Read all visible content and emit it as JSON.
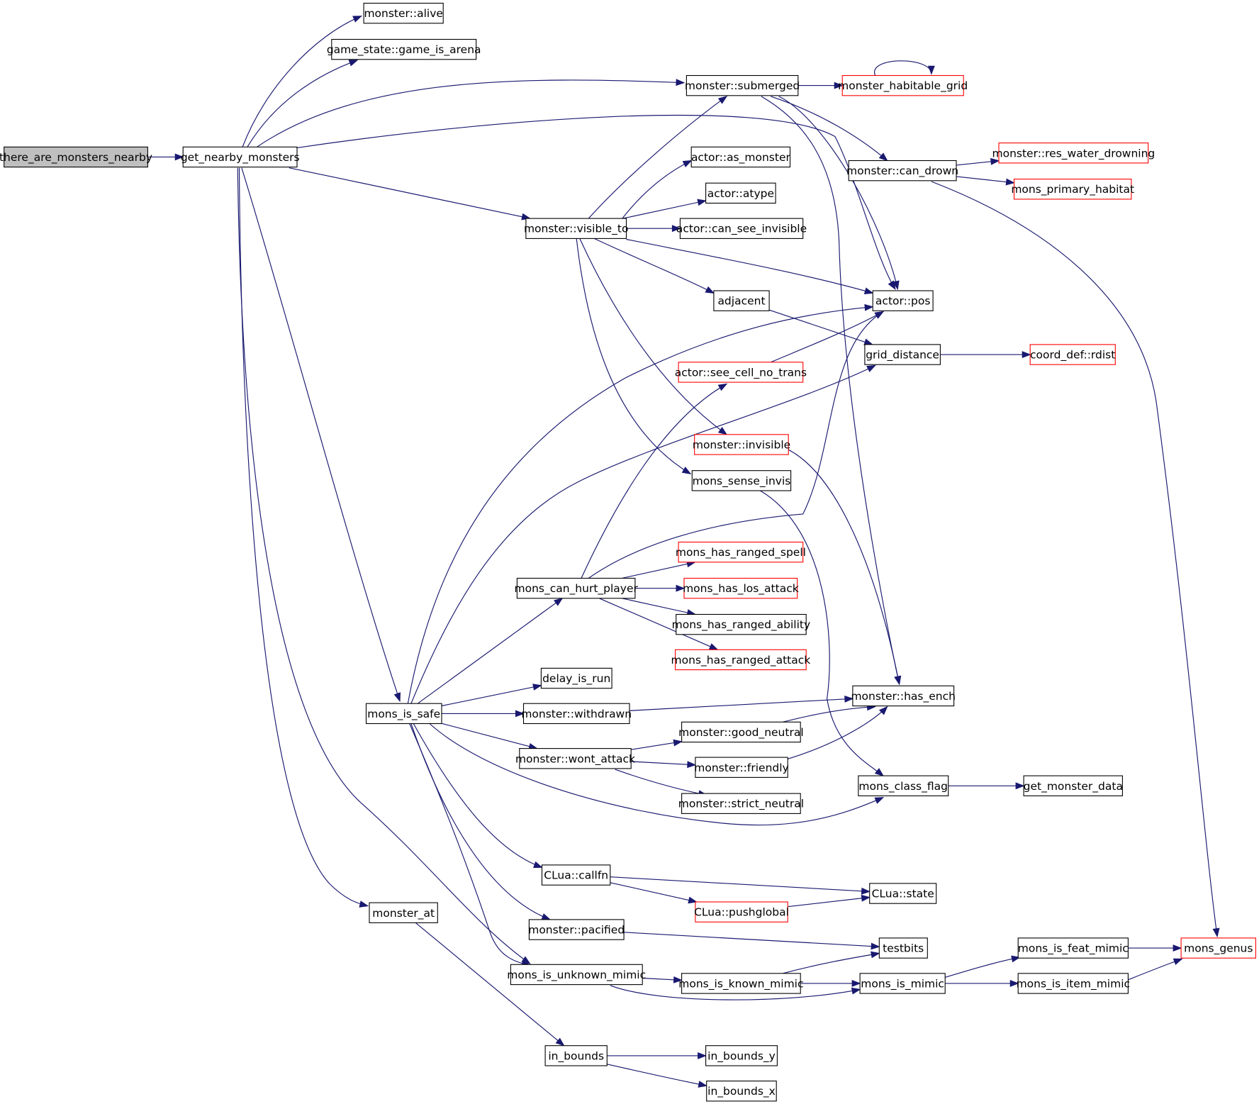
{
  "colors": {
    "edge": "#191970",
    "node_border_default": "#000000",
    "node_border_truncated": "#ff0000",
    "root_fill": "#bfbfbf",
    "node_fill": "#ffffff"
  },
  "nodes": [
    {
      "id": "there_are_monsters_nearby",
      "label": "there_are_monsters_nearby",
      "kind": "root"
    },
    {
      "id": "get_nearby_monsters",
      "label": "get_nearby_monsters",
      "kind": "normal"
    },
    {
      "id": "monster_alive",
      "label": "monster::alive",
      "kind": "normal"
    },
    {
      "id": "game_is_arena",
      "label": "game_state::game_is_arena",
      "kind": "normal"
    },
    {
      "id": "submerged",
      "label": "monster::submerged",
      "kind": "normal"
    },
    {
      "id": "habitable_grid",
      "label": "monster_habitable_grid",
      "kind": "truncated"
    },
    {
      "id": "can_drown",
      "label": "monster::can_drown",
      "kind": "normal"
    },
    {
      "id": "res_water_drowning",
      "label": "monster::res_water_drowning",
      "kind": "truncated"
    },
    {
      "id": "primary_habitat",
      "label": "mons_primary_habitat",
      "kind": "truncated"
    },
    {
      "id": "as_monster",
      "label": "actor::as_monster",
      "kind": "normal"
    },
    {
      "id": "atype",
      "label": "actor::atype",
      "kind": "normal"
    },
    {
      "id": "can_see_invisible",
      "label": "actor::can_see_invisible",
      "kind": "normal"
    },
    {
      "id": "visible_to",
      "label": "monster::visible_to",
      "kind": "normal"
    },
    {
      "id": "actor_pos",
      "label": "actor::pos",
      "kind": "normal"
    },
    {
      "id": "adjacent",
      "label": "adjacent",
      "kind": "normal"
    },
    {
      "id": "grid_distance",
      "label": "grid_distance",
      "kind": "normal"
    },
    {
      "id": "rdist",
      "label": "coord_def::rdist",
      "kind": "truncated"
    },
    {
      "id": "see_cell_no_trans",
      "label": "actor::see_cell_no_trans",
      "kind": "truncated"
    },
    {
      "id": "invisible",
      "label": "monster::invisible",
      "kind": "truncated"
    },
    {
      "id": "sense_invis",
      "label": "mons_sense_invis",
      "kind": "normal"
    },
    {
      "id": "has_ranged_spell",
      "label": "mons_has_ranged_spell",
      "kind": "truncated"
    },
    {
      "id": "can_hurt_player",
      "label": "mons_can_hurt_player",
      "kind": "normal"
    },
    {
      "id": "has_los_attack",
      "label": "mons_has_los_attack",
      "kind": "truncated"
    },
    {
      "id": "has_ranged_ability",
      "label": "mons_has_ranged_ability",
      "kind": "normal"
    },
    {
      "id": "has_ranged_attack",
      "label": "mons_has_ranged_attack",
      "kind": "truncated"
    },
    {
      "id": "delay_is_run",
      "label": "delay_is_run",
      "kind": "normal"
    },
    {
      "id": "has_ench",
      "label": "monster::has_ench",
      "kind": "normal"
    },
    {
      "id": "mons_is_safe",
      "label": "mons_is_safe",
      "kind": "normal"
    },
    {
      "id": "withdrawn",
      "label": "monster::withdrawn",
      "kind": "normal"
    },
    {
      "id": "good_neutral",
      "label": "monster::good_neutral",
      "kind": "normal"
    },
    {
      "id": "wont_attack",
      "label": "monster::wont_attack",
      "kind": "normal"
    },
    {
      "id": "friendly",
      "label": "monster::friendly",
      "kind": "normal"
    },
    {
      "id": "class_flag",
      "label": "mons_class_flag",
      "kind": "normal"
    },
    {
      "id": "get_monster_data",
      "label": "get_monster_data",
      "kind": "normal"
    },
    {
      "id": "strict_neutral",
      "label": "monster::strict_neutral",
      "kind": "normal"
    },
    {
      "id": "callfn",
      "label": "CLua::callfn",
      "kind": "normal"
    },
    {
      "id": "clua_state",
      "label": "CLua::state",
      "kind": "normal"
    },
    {
      "id": "pushglobal",
      "label": "CLua::pushglobal",
      "kind": "truncated"
    },
    {
      "id": "monster_at",
      "label": "monster_at",
      "kind": "normal"
    },
    {
      "id": "pacified",
      "label": "monster::pacified",
      "kind": "normal"
    },
    {
      "id": "testbits",
      "label": "testbits",
      "kind": "normal"
    },
    {
      "id": "feat_mimic",
      "label": "mons_is_feat_mimic",
      "kind": "normal"
    },
    {
      "id": "mons_genus",
      "label": "mons_genus",
      "kind": "truncated"
    },
    {
      "id": "unknown_mimic",
      "label": "mons_is_unknown_mimic",
      "kind": "normal"
    },
    {
      "id": "known_mimic",
      "label": "mons_is_known_mimic",
      "kind": "normal"
    },
    {
      "id": "mons_is_mimic",
      "label": "mons_is_mimic",
      "kind": "normal"
    },
    {
      "id": "item_mimic",
      "label": "mons_is_item_mimic",
      "kind": "normal"
    },
    {
      "id": "in_bounds",
      "label": "in_bounds",
      "kind": "normal"
    },
    {
      "id": "in_bounds_y",
      "label": "in_bounds_y",
      "kind": "normal"
    },
    {
      "id": "in_bounds_x",
      "label": "in_bounds_x",
      "kind": "normal"
    }
  ],
  "edges": [
    [
      "there_are_monsters_nearby",
      "get_nearby_monsters"
    ],
    [
      "get_nearby_monsters",
      "monster_alive"
    ],
    [
      "get_nearby_monsters",
      "game_is_arena"
    ],
    [
      "get_nearby_monsters",
      "submerged"
    ],
    [
      "get_nearby_monsters",
      "actor_pos"
    ],
    [
      "get_nearby_monsters",
      "visible_to"
    ],
    [
      "get_nearby_monsters",
      "mons_is_safe"
    ],
    [
      "get_nearby_monsters",
      "monster_at"
    ],
    [
      "get_nearby_monsters",
      "unknown_mimic"
    ],
    [
      "submerged",
      "habitable_grid"
    ],
    [
      "habitable_grid",
      "habitable_grid"
    ],
    [
      "submerged",
      "can_drown"
    ],
    [
      "submerged",
      "actor_pos"
    ],
    [
      "submerged",
      "has_ench"
    ],
    [
      "can_drown",
      "res_water_drowning"
    ],
    [
      "can_drown",
      "primary_habitat"
    ],
    [
      "can_drown",
      "mons_genus"
    ],
    [
      "visible_to",
      "submerged"
    ],
    [
      "visible_to",
      "as_monster"
    ],
    [
      "visible_to",
      "atype"
    ],
    [
      "visible_to",
      "can_see_invisible"
    ],
    [
      "visible_to",
      "actor_pos"
    ],
    [
      "visible_to",
      "adjacent"
    ],
    [
      "visible_to",
      "invisible"
    ],
    [
      "visible_to",
      "sense_invis"
    ],
    [
      "adjacent",
      "grid_distance"
    ],
    [
      "grid_distance",
      "rdist"
    ],
    [
      "see_cell_no_trans",
      "actor_pos"
    ],
    [
      "invisible",
      "has_ench"
    ],
    [
      "sense_invis",
      "class_flag"
    ],
    [
      "mons_is_safe",
      "actor_pos"
    ],
    [
      "mons_is_safe",
      "grid_distance"
    ],
    [
      "mons_is_safe",
      "can_hurt_player"
    ],
    [
      "mons_is_safe",
      "delay_is_run"
    ],
    [
      "mons_is_safe",
      "withdrawn"
    ],
    [
      "mons_is_safe",
      "wont_attack"
    ],
    [
      "mons_is_safe",
      "class_flag"
    ],
    [
      "mons_is_safe",
      "callfn"
    ],
    [
      "mons_is_safe",
      "pacified"
    ],
    [
      "mons_is_safe",
      "unknown_mimic"
    ],
    [
      "can_hurt_player",
      "see_cell_no_trans"
    ],
    [
      "can_hurt_player",
      "actor_pos"
    ],
    [
      "can_hurt_player",
      "has_ranged_spell"
    ],
    [
      "can_hurt_player",
      "has_los_attack"
    ],
    [
      "can_hurt_player",
      "has_ranged_ability"
    ],
    [
      "can_hurt_player",
      "has_ranged_attack"
    ],
    [
      "withdrawn",
      "has_ench"
    ],
    [
      "wont_attack",
      "good_neutral"
    ],
    [
      "wont_attack",
      "friendly"
    ],
    [
      "wont_attack",
      "strict_neutral"
    ],
    [
      "good_neutral",
      "has_ench"
    ],
    [
      "friendly",
      "has_ench"
    ],
    [
      "class_flag",
      "get_monster_data"
    ],
    [
      "callfn",
      "clua_state"
    ],
    [
      "callfn",
      "pushglobal"
    ],
    [
      "pushglobal",
      "clua_state"
    ],
    [
      "pacified",
      "testbits"
    ],
    [
      "monster_at",
      "in_bounds"
    ],
    [
      "in_bounds",
      "in_bounds_y"
    ],
    [
      "in_bounds",
      "in_bounds_x"
    ],
    [
      "unknown_mimic",
      "known_mimic"
    ],
    [
      "unknown_mimic",
      "mons_is_mimic"
    ],
    [
      "known_mimic",
      "mons_is_mimic"
    ],
    [
      "known_mimic",
      "testbits"
    ],
    [
      "mons_is_mimic",
      "feat_mimic"
    ],
    [
      "mons_is_mimic",
      "item_mimic"
    ],
    [
      "feat_mimic",
      "mons_genus"
    ],
    [
      "item_mimic",
      "mons_genus"
    ]
  ]
}
